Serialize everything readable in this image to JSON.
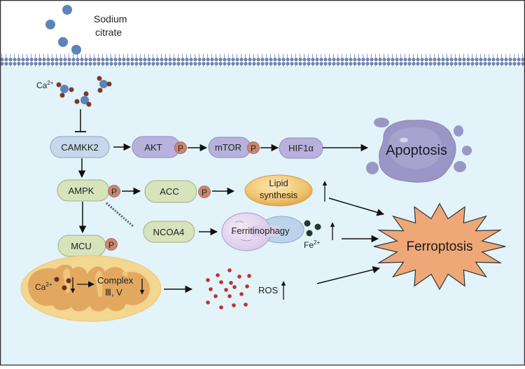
{
  "extracellular": {
    "drug_label_line1": "Sodium",
    "drug_label_line2": "citrate"
  },
  "intracellular": {
    "calcium_label": "Ca",
    "calcium_charge": "2+"
  },
  "nodes": {
    "camkk2": "CAMKK2",
    "akt": "AKT",
    "mtor": "mTOR",
    "hif1a": "HIF1α",
    "ampk": "AMPK",
    "acc": "ACC",
    "ncoa4": "NCOA4",
    "mcu": "MCU",
    "phospho": "P"
  },
  "processes": {
    "lipid_line1": "Lipid",
    "lipid_line2": "synthesis",
    "ferritinophagy": "Ferritinophagy",
    "iron_label": "Fe",
    "iron_charge": "2+",
    "ros": "ROS"
  },
  "mitochondrion": {
    "calcium_label": "Ca",
    "calcium_charge": "2+",
    "complex_line1": "Complex",
    "complex_line2": "Ⅲ,  V"
  },
  "outcomes": {
    "apoptosis": "Apoptosis",
    "ferroptosis": "Ferroptosis"
  },
  "colors": {
    "cytoplasm": "#e2f3fa",
    "membrane": "#6f86b0",
    "citrate": "#5b85b8",
    "calcium_ion": "#7b3a2b",
    "camkk2_fill": "#c6d8ea",
    "kinase_purple": "#b6b2dc",
    "green_node": "#d6e3bb",
    "phospho": "#c98571",
    "lipid": "#f1c46e",
    "mito_outer": "#f3d68f",
    "mito_inner": "#e3a860",
    "ros_dot": "#c2302d",
    "apoptosis_cell": "#9a97c6",
    "ferroptosis": "#eea878"
  }
}
